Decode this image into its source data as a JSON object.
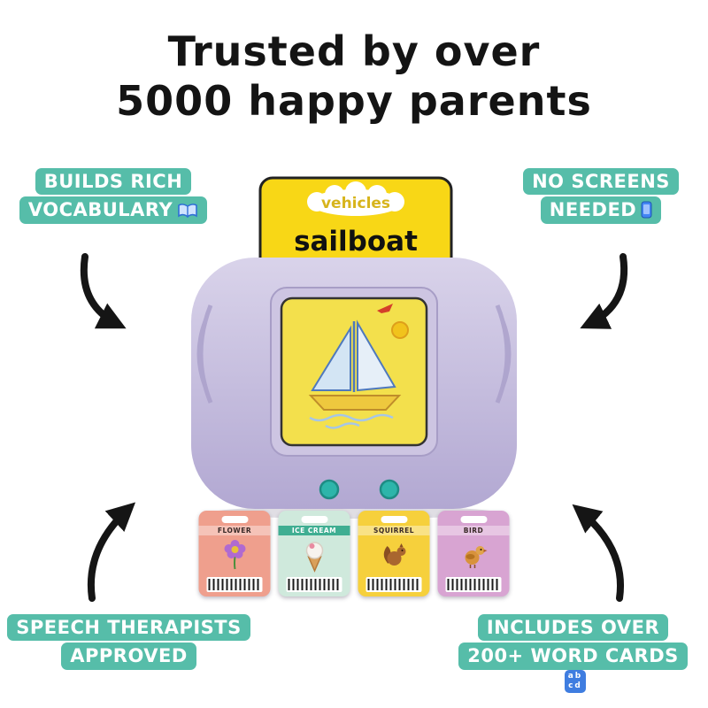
{
  "title": {
    "line1": "Trusted by over",
    "line2": "5000 happy parents"
  },
  "badges": {
    "top_left": {
      "line1": "BUILDS RICH",
      "line2": "VOCABULARY"
    },
    "top_right": {
      "line1": "NO SCREENS",
      "line2": "NEEDED"
    },
    "bottom_left": {
      "line1": "SPEECH THERAPISTS",
      "line2": "APPROVED"
    },
    "bottom_right": {
      "line1": "INCLUDES OVER",
      "line2": "200+ WORD CARDS"
    }
  },
  "device": {
    "card_category": "vehicles",
    "card_word": "sailboat"
  },
  "flashcards": [
    {
      "label": "FLOWER"
    },
    {
      "label": "ICE CREAM"
    },
    {
      "label": "SQUIRREL"
    },
    {
      "label": "BIRD"
    }
  ],
  "abcd_icon": {
    "row1": "ab",
    "row2": "cd"
  },
  "icons": {
    "top_left_badge": "open-book-icon",
    "top_right_badge": "smartphone-icon",
    "bottom_right_badge": "abcd-letters-icon"
  },
  "colors": {
    "badge_teal": "#56BDA9",
    "card_yellow": "#F8D716",
    "device_lavender": "#C6BDDF",
    "screen_yellow": "#F3E04C",
    "arrow_black": "#151515",
    "abcd_blue": "#3F7DE0"
  }
}
